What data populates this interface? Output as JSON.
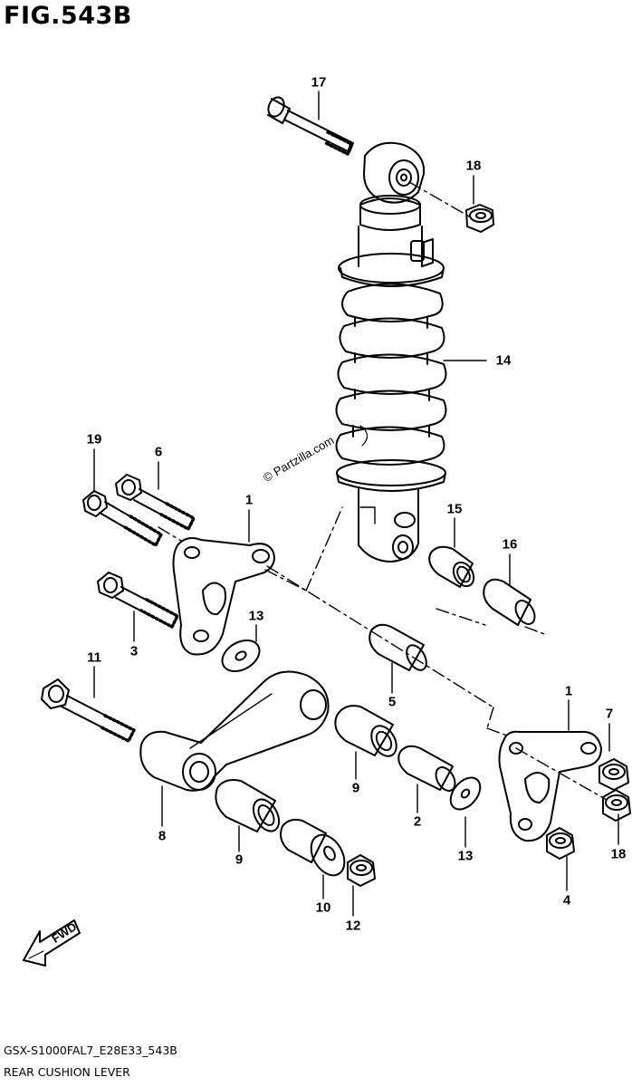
{
  "figure": {
    "title": "FIG.543B",
    "code": "GSX-S1000FAL7_E28E33_543B",
    "name": "REAR CUSHION LEVER",
    "watermark": "© Partzilla.com"
  },
  "direction_marker": {
    "label": "FWD",
    "icon": "fwd-arrow-icon"
  },
  "callouts": [
    {
      "id": "c17",
      "label": "17"
    },
    {
      "id": "c18a",
      "label": "18"
    },
    {
      "id": "c14",
      "label": "14"
    },
    {
      "id": "c19",
      "label": "19"
    },
    {
      "id": "c6",
      "label": "6"
    },
    {
      "id": "c1a",
      "label": "1"
    },
    {
      "id": "c15",
      "label": "15"
    },
    {
      "id": "c16",
      "label": "16"
    },
    {
      "id": "c13a",
      "label": "13"
    },
    {
      "id": "c3",
      "label": "3"
    },
    {
      "id": "c11",
      "label": "11"
    },
    {
      "id": "c5",
      "label": "5"
    },
    {
      "id": "c1b",
      "label": "1"
    },
    {
      "id": "c7",
      "label": "7"
    },
    {
      "id": "c9a",
      "label": "9"
    },
    {
      "id": "c8",
      "label": "8"
    },
    {
      "id": "c2",
      "label": "2"
    },
    {
      "id": "c18b",
      "label": "18"
    },
    {
      "id": "c9b",
      "label": "9"
    },
    {
      "id": "c13b",
      "label": "13"
    },
    {
      "id": "c4",
      "label": "4"
    },
    {
      "id": "c10",
      "label": "10"
    },
    {
      "id": "c12",
      "label": "12"
    }
  ]
}
